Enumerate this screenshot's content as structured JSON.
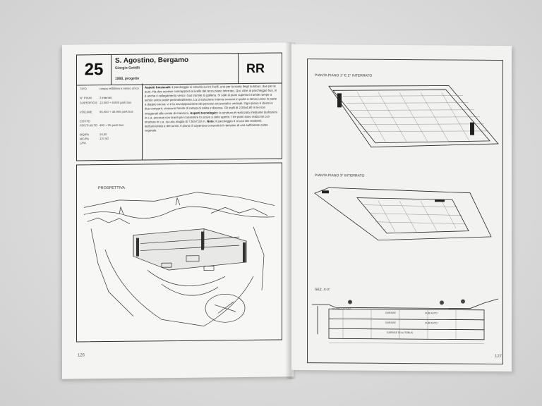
{
  "left_page": {
    "entry_number": "25",
    "title": "S. Agostino, Bergamo",
    "author": "Giorgio Gottilli",
    "year_status": "1988, progetto",
    "category_code": "RR",
    "stats": [
      {
        "key": "TIPO",
        "value": "rampa rettilinea e senso unico"
      },
      {
        "key": "N° PIANI",
        "value": "3 interrati"
      },
      {
        "key": "SUPERFICIE",
        "value": "13.000 + 8.800 park bus"
      },
      {
        "key": "VOLUME",
        "value": "55.000 + 40.900 park bus"
      },
      {
        "key": "COSTO",
        "value": ""
      },
      {
        "key": "POSTI AUTO",
        "value": "400 + 25 posti bus"
      },
      {
        "key": "MQ/PA",
        "value": "24,00"
      },
      {
        "key": "MC/PA",
        "value": "137,50"
      },
      {
        "key": "L/PA",
        "value": ""
      }
    ],
    "description_heading_1": "Aspetti funzionali:",
    "description_text_1": "il parcheggio si articola su tre livelli, uno per la sosta degli autobus, due per le auto. Ha due accessi contrapposti a livello del terzo piano interrato. Qui, oltre al parcheggio bus, in è anche il collegamento verso i bus tramite la galleria. Si sale ai piani superiori tramite rampe a senso unico poste perimetralmente. La circolazione interna avviene in parte a senso unico in parte a doppio senso; vi è la sovrapposizione dei percorsi orizzontali e verticali. Ogni piano è diviso in due comparti, ciascuno fornito di rampa di salita e discesa. Gli stalli di 2,50x4,80 m lei non ortogonali alle corsie di manovra.",
    "description_heading_2": "Aspetti tecnologici:",
    "description_text_2": "la struttura è realizzata mediante diaframmi in c.a. ancorati con tiranti per consentire lo scavo a cielo aperto. I tre piani sono realizzati con strutture in c.a. su una maglia di 7,50x7,50 m.",
    "description_heading_3": "Note:",
    "description_text_3": "il parcheggio è al uso dei residenti, dell'università e del turisti. Il piano di copertura consentirà il ripristino di una sufficiente coltre vegetale.",
    "perspective_label": "PROSPETTIVA",
    "page_number": "126"
  },
  "right_page": {
    "plan1_label": "PIANTA PIANO 1° E 2° INTERRATO",
    "plan2_label": "PIANTA PIANO 3° INTERRATO",
    "section_label": "SEZ. X-X'",
    "section_road_label": "VIA DELLA FARA",
    "section_garage_1": "GARAGE",
    "section_garage_2": "GARAGE",
    "section_bus": "GARAGE DI AUTOBUS",
    "section_auto_1": "SUB AUTO",
    "section_auto_2": "SUB AUTO",
    "page_number": "127"
  },
  "colors": {
    "paper": "#f4f4f2",
    "ink": "#222222",
    "background": "#d8d8d8"
  }
}
